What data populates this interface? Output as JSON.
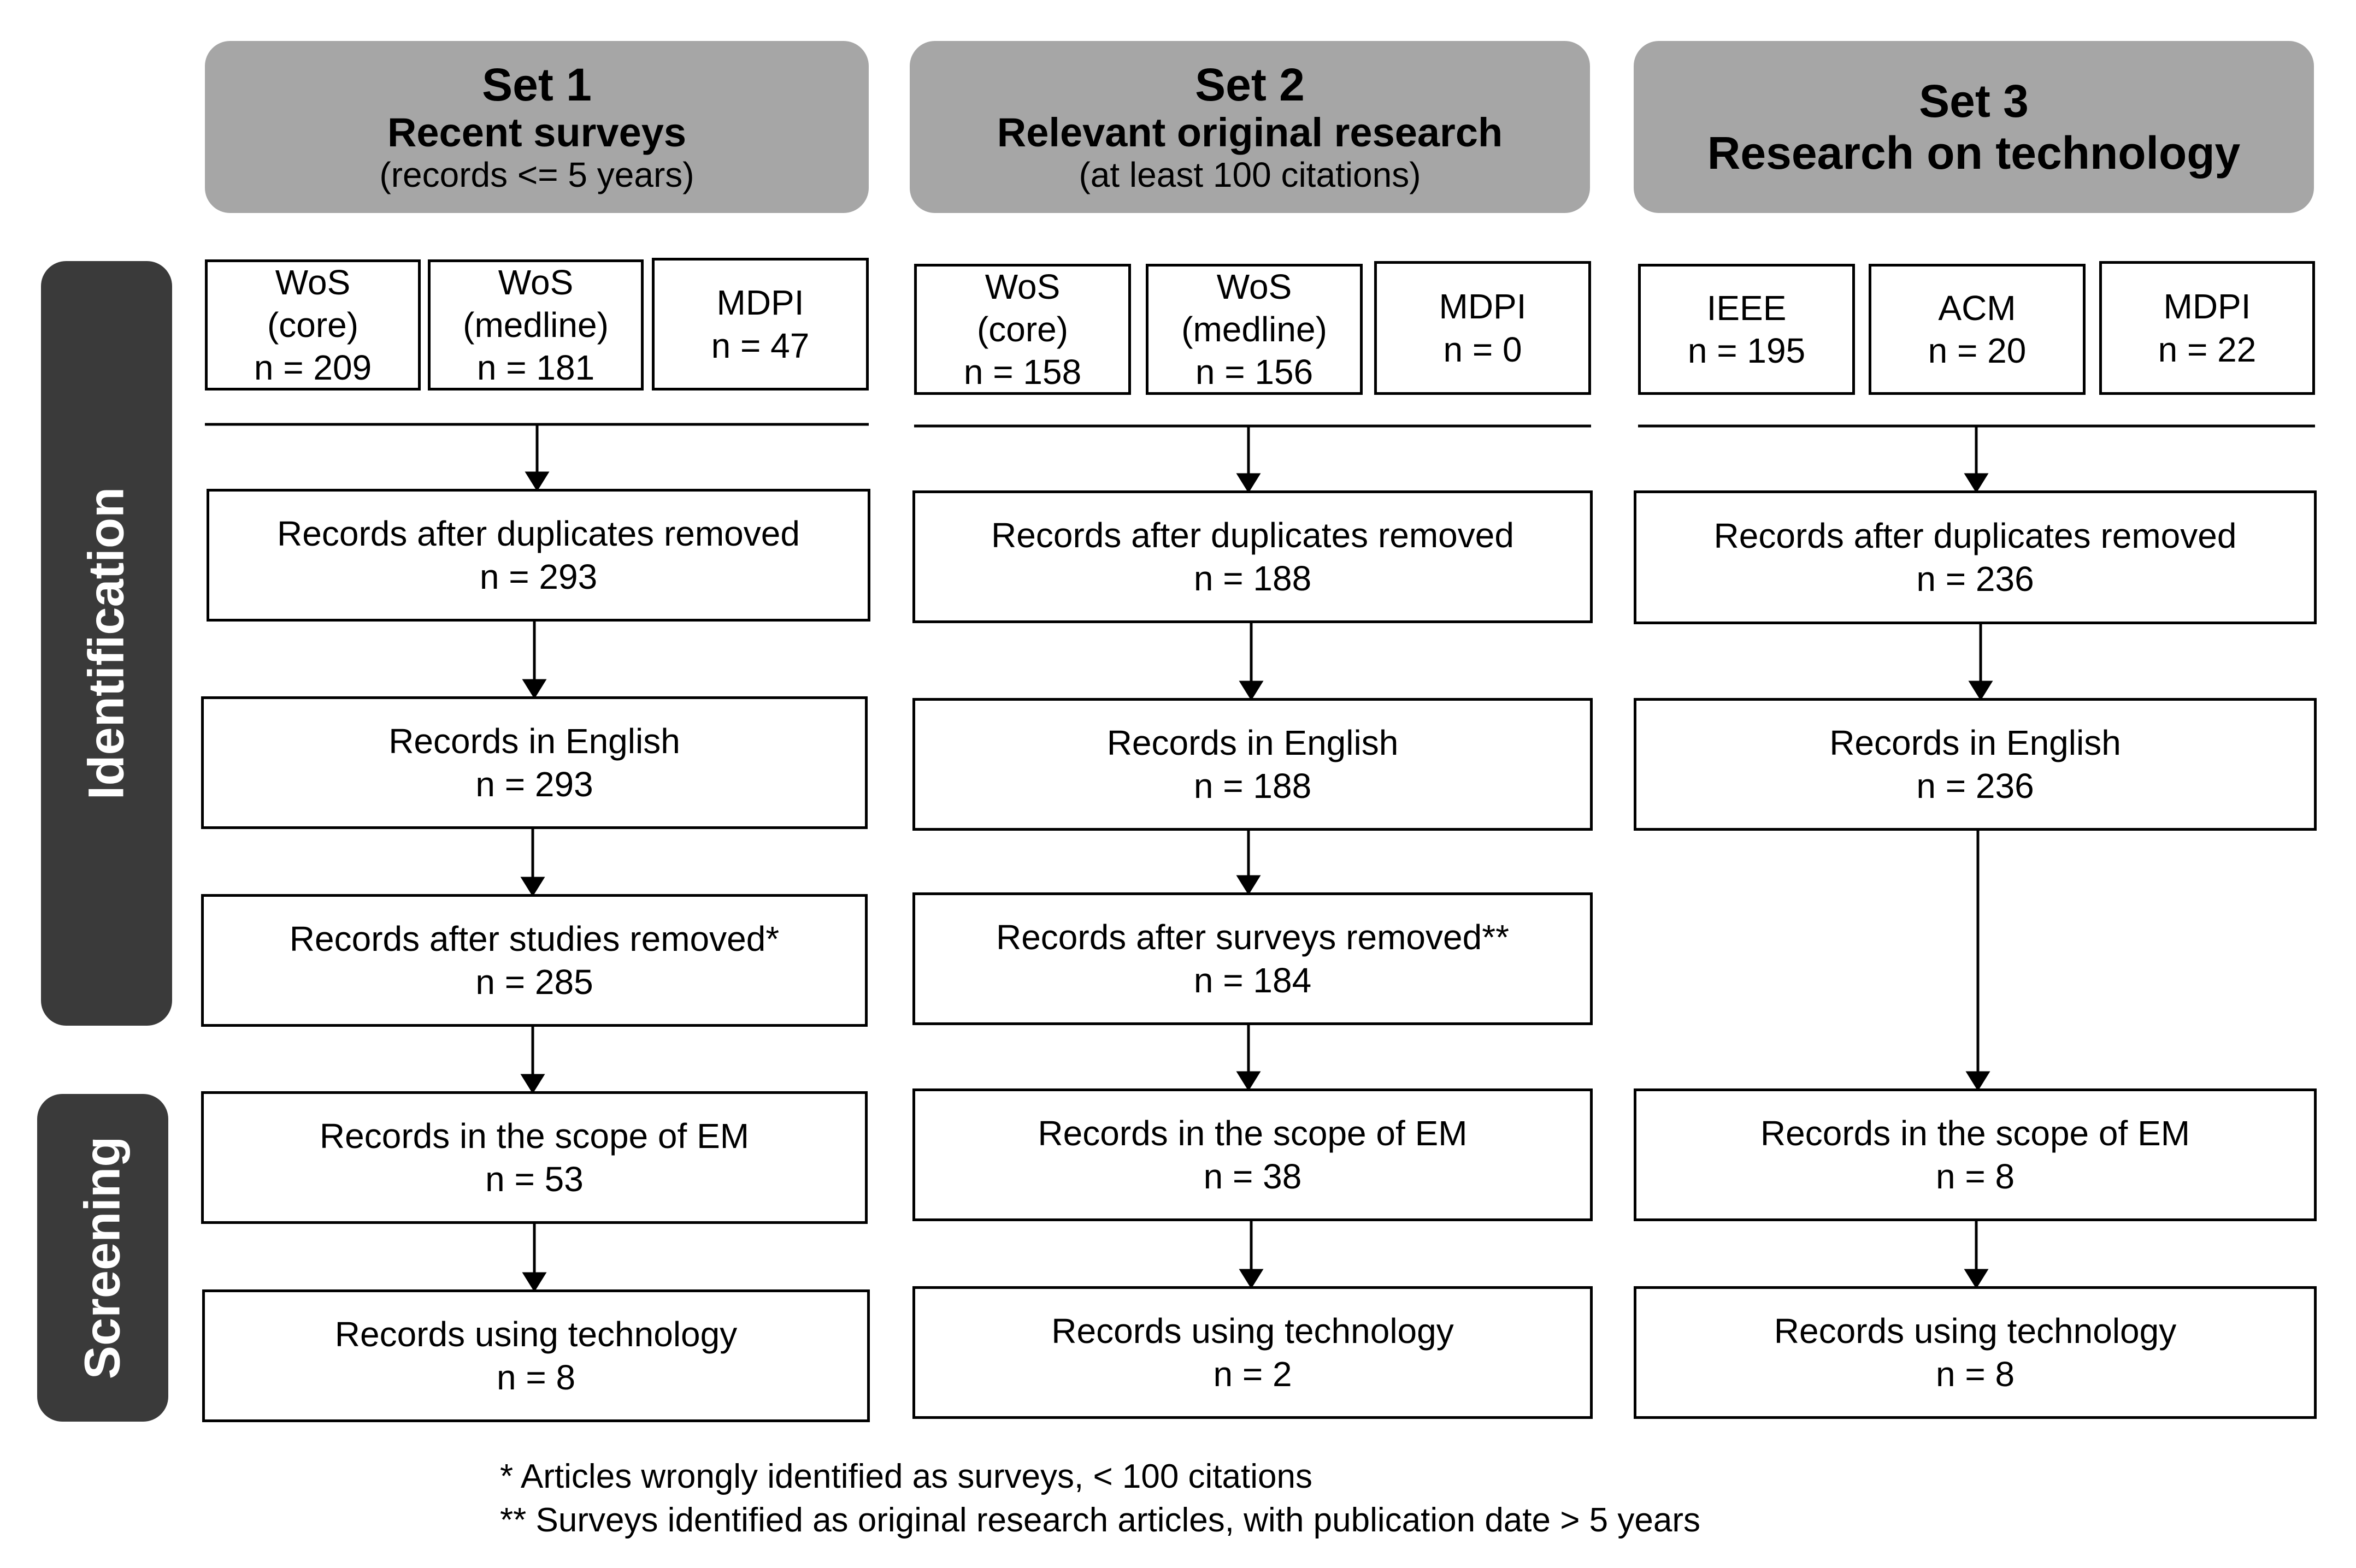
{
  "stages": {
    "identification": "Identification",
    "screening": "Screening"
  },
  "sets": [
    {
      "title": "Set 1",
      "subtitle": "Recent surveys",
      "note": "(records <= 5 years)",
      "sources": [
        {
          "name": "WoS",
          "sub": "(core)",
          "count": "n = 209"
        },
        {
          "name": "WoS",
          "sub": "(medline)",
          "count": "n = 181"
        },
        {
          "name": "MDPI",
          "count": "n = 47"
        }
      ],
      "steps": [
        {
          "label": "Records after duplicates removed",
          "count": "n = 293"
        },
        {
          "label": "Records in English",
          "count": "n = 293"
        },
        {
          "label": "Records after studies removed*",
          "count": "n = 285"
        },
        {
          "label": "Records in the scope of EM",
          "count": "n = 53"
        },
        {
          "label": "Records using technology",
          "count": "n = 8"
        }
      ]
    },
    {
      "title": "Set 2",
      "subtitle": "Relevant original research",
      "note": "(at least 100 citations)",
      "sources": [
        {
          "name": "WoS",
          "sub": "(core)",
          "count": "n = 158"
        },
        {
          "name": "WoS",
          "sub": "(medline)",
          "count": "n = 156"
        },
        {
          "name": "MDPI",
          "count": "n = 0"
        }
      ],
      "steps": [
        {
          "label": "Records after duplicates removed",
          "count": "n = 188"
        },
        {
          "label": "Records in English",
          "count": "n = 188"
        },
        {
          "label": "Records after surveys removed**",
          "count": "n = 184"
        },
        {
          "label": "Records in the scope of EM",
          "count": "n = 38"
        },
        {
          "label": "Records using technology",
          "count": "n = 2"
        }
      ]
    },
    {
      "title": "Set 3",
      "subtitle": "Research on technology",
      "sources": [
        {
          "name": "IEEE",
          "count": "n = 195"
        },
        {
          "name": "ACM",
          "count": "n = 20"
        },
        {
          "name": "MDPI",
          "count": "n = 22"
        }
      ],
      "steps": [
        {
          "label": "Records after duplicates removed",
          "count": "n = 236"
        },
        {
          "label": "Records in English",
          "count": "n = 236"
        },
        {
          "label": "Records in the scope of EM",
          "count": "n = 8"
        },
        {
          "label": "Records using technology",
          "count": "n = 8"
        }
      ]
    }
  ],
  "footnotes": [
    "* Articles wrongly identified as surveys, < 100 citations",
    "** Surveys identified as original research articles, with publication date > 5 years"
  ]
}
